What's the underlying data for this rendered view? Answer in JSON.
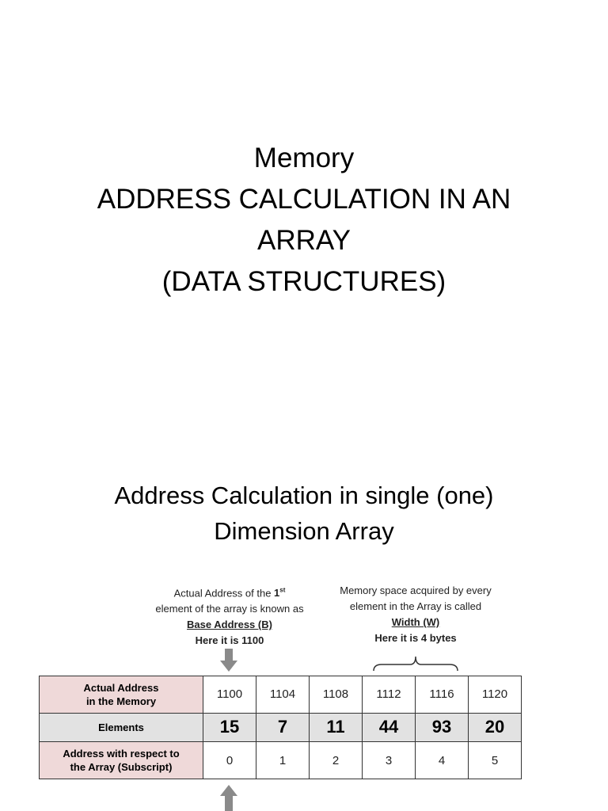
{
  "slide1": {
    "title_lines": [
      "Memory",
      "ADDRESS CALCULATION IN AN",
      "ARRAY",
      "(DATA STRUCTURES)"
    ]
  },
  "slide2": {
    "title_lines": [
      "Address Calculation in single (one)",
      "Dimension Array"
    ],
    "base_note": {
      "line1_text": "Actual Address of the ",
      "line1_bold": "1",
      "line1_sup": "st",
      "line2": "element of the array is known as",
      "line3": "Base Address (B)",
      "line4": "Here it is 1100"
    },
    "width_note": {
      "line1": "Memory space acquired by every",
      "line2": "element in the Array is called",
      "line3": "Width (W)",
      "line4": "Here it is 4 bytes"
    },
    "table": {
      "address_header": [
        "Actual Address",
        "in the Memory"
      ],
      "addresses": [
        "1100",
        "1104",
        "1108",
        "1112",
        "1116",
        "1120"
      ],
      "elements_header": "Elements",
      "elements": [
        "15",
        "7",
        "11",
        "44",
        "93",
        "20"
      ],
      "subscript_header": [
        "Address with respect to",
        "the Array (Subscript)"
      ],
      "subscripts": [
        "0",
        "1",
        "2",
        "3",
        "4",
        "5"
      ]
    },
    "colors": {
      "header_pink": "#efd9d9",
      "element_gray": "#e2e2e2",
      "arrow_gray": "#8a8a8a"
    }
  }
}
